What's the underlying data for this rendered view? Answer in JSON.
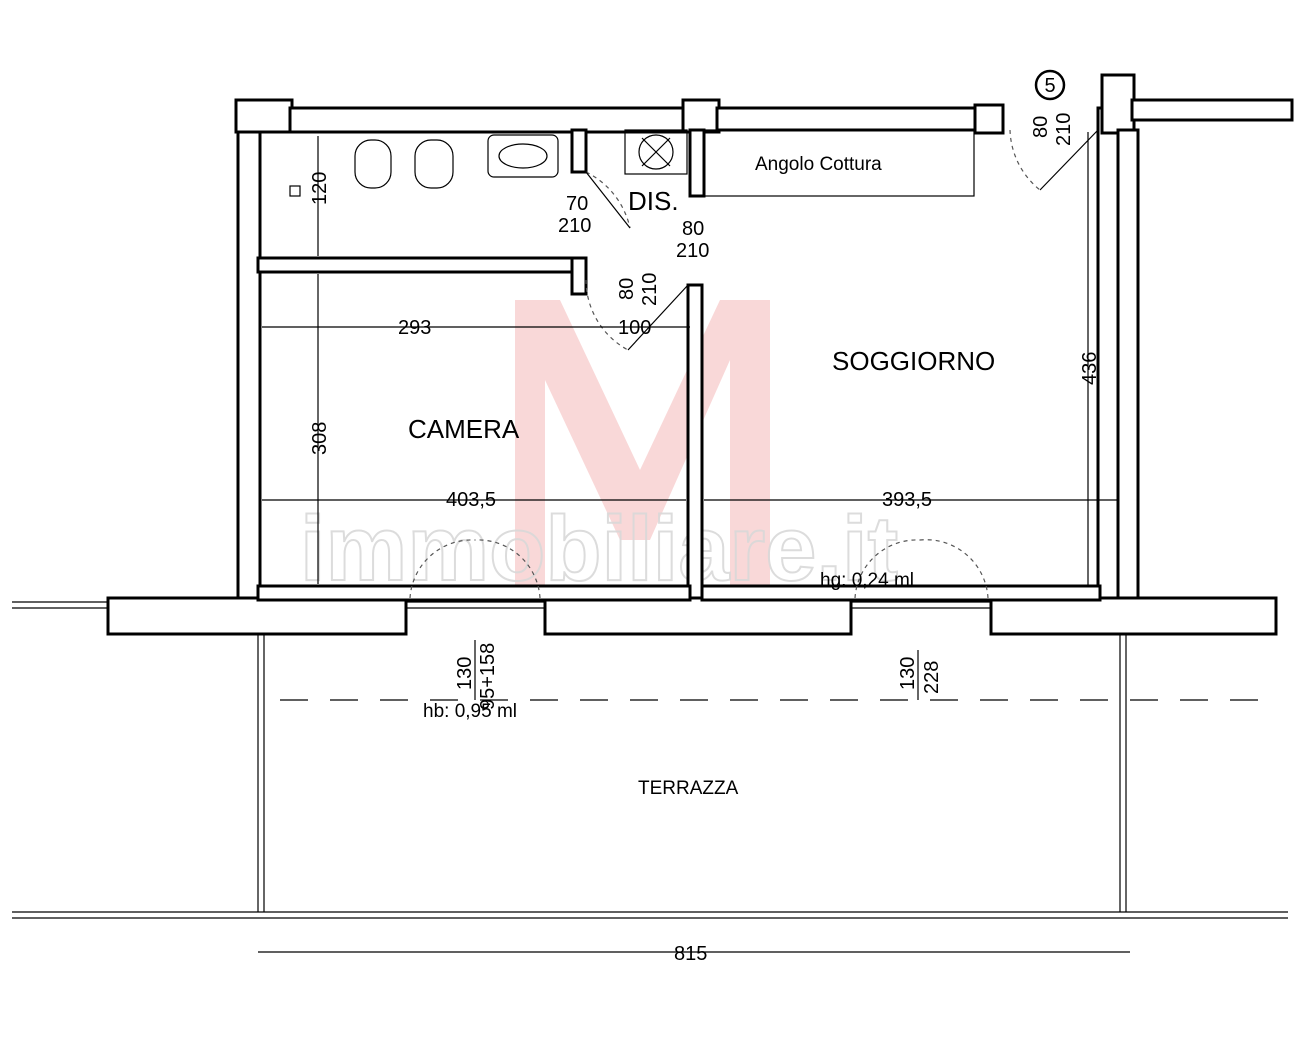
{
  "rooms": {
    "camera": "CAMERA",
    "soggiorno": "SOGGIORNO",
    "dis": "DIS.",
    "angolo_cottura": "Angolo Cottura",
    "terrazza": "TERRAZZA"
  },
  "dimensions": {
    "bath_height": "120",
    "camera_width_top": "293",
    "door_gap": "100",
    "camera_height": "308",
    "camera_width": "403,5",
    "soggiorno_width": "393,5",
    "soggiorno_height": "436",
    "total_width": "815"
  },
  "doors": {
    "bath_w": "70",
    "bath_h": "210",
    "dis_w": "80",
    "dis_h": "210",
    "camera_w": "80",
    "camera_h": "210",
    "entrance_w": "80",
    "entrance_h": "210"
  },
  "windows": {
    "camera_top": "130",
    "camera_bottom": "95+158",
    "soggiorno_top": "130",
    "soggiorno_bottom": "228"
  },
  "notes": {
    "hg": "hg: 0,24 ml",
    "hb": "hb: 0,95 ml"
  },
  "unit_marker": "5",
  "watermark": "immobiliare.it"
}
